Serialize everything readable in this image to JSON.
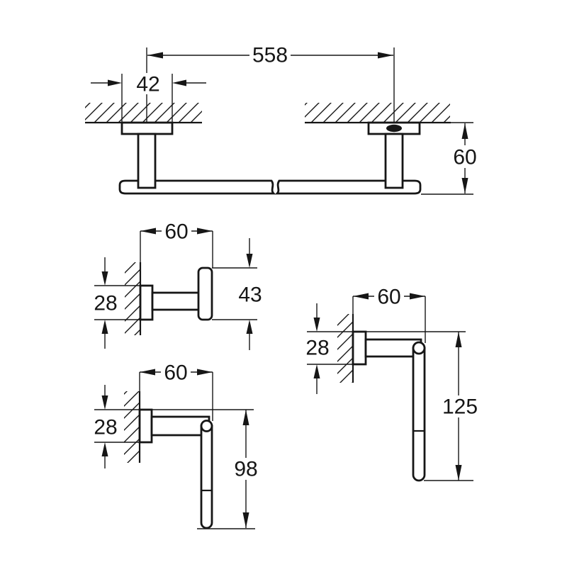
{
  "drawing": {
    "type": "technical-dimension-drawing",
    "subject": "wall-mounted bathroom accessories set",
    "background_color": "#ffffff",
    "line_color": "#161616",
    "figures": [
      {
        "id": "towel-bar",
        "view": "front view with wall section and break lines",
        "dimensions": {
          "length": "558",
          "escutcheon_width": "42",
          "height": "60"
        }
      },
      {
        "id": "robe-hook",
        "view": "side view with wall section",
        "dimensions": {
          "projection": "60",
          "escutcheon_height": "28",
          "body_height": "43"
        }
      },
      {
        "id": "paper-holder-arm-98",
        "view": "side view with wall section",
        "dimensions": {
          "projection": "60",
          "escutcheon_height": "28",
          "arm_drop": "98"
        }
      },
      {
        "id": "paper-holder-arm-125",
        "view": "side view with wall section",
        "dimensions": {
          "projection": "60",
          "escutcheon_height": "28",
          "arm_drop": "125"
        }
      }
    ]
  }
}
